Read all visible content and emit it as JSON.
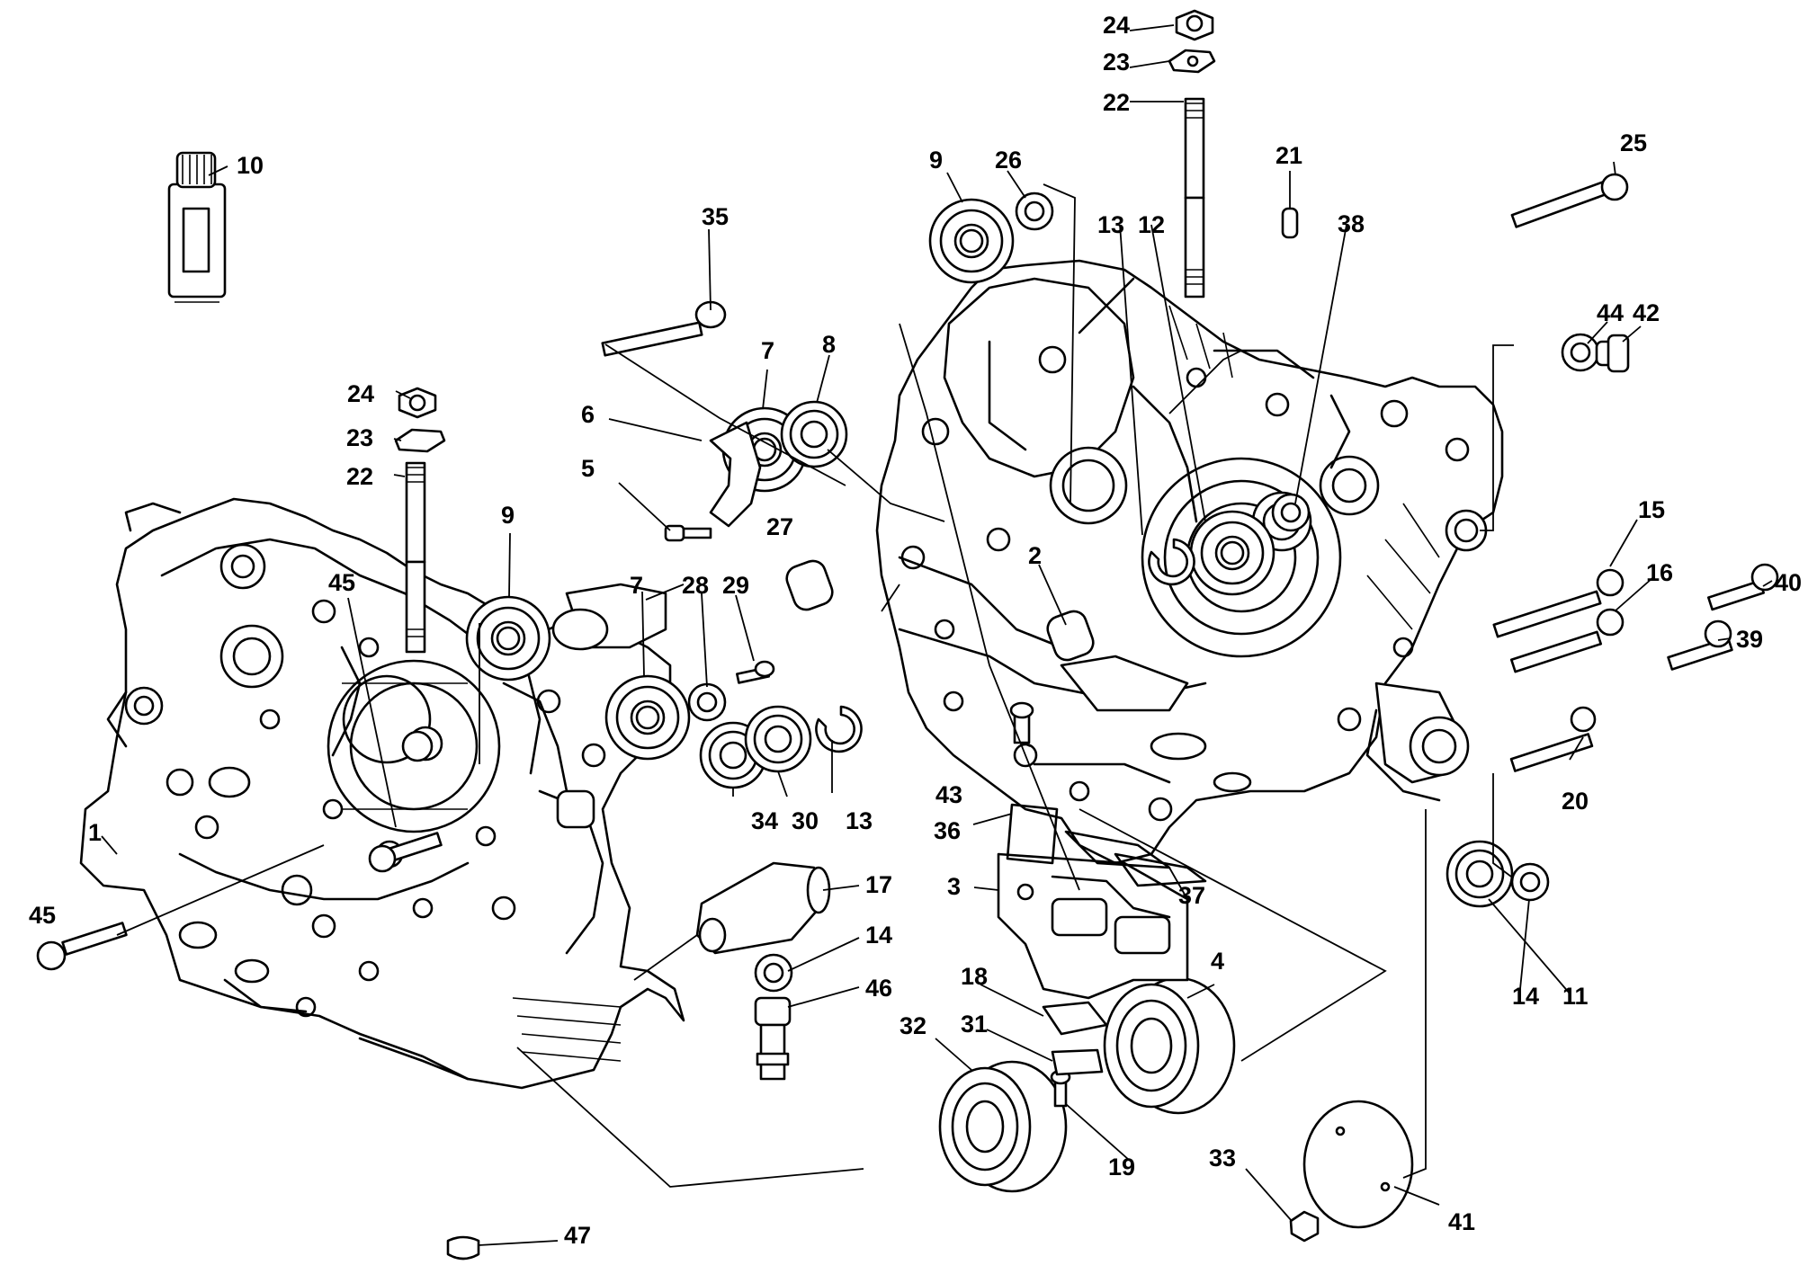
{
  "callouts": [
    {
      "id": "c1",
      "text": "1"
    },
    {
      "id": "c2",
      "text": "2"
    },
    {
      "id": "c3",
      "text": "3"
    },
    {
      "id": "c4",
      "text": "4"
    },
    {
      "id": "c5",
      "text": "5"
    },
    {
      "id": "c6",
      "text": "6"
    },
    {
      "id": "c7a",
      "text": "7"
    },
    {
      "id": "c7b",
      "text": "7"
    },
    {
      "id": "c8",
      "text": "8"
    },
    {
      "id": "c9a",
      "text": "9"
    },
    {
      "id": "c9b",
      "text": "9"
    },
    {
      "id": "c10",
      "text": "10"
    },
    {
      "id": "c11",
      "text": "11"
    },
    {
      "id": "c12",
      "text": "12"
    },
    {
      "id": "c13a",
      "text": "13"
    },
    {
      "id": "c13b",
      "text": "13"
    },
    {
      "id": "c14a",
      "text": "14"
    },
    {
      "id": "c14b",
      "text": "14"
    },
    {
      "id": "c15",
      "text": "15"
    },
    {
      "id": "c16",
      "text": "16"
    },
    {
      "id": "c17",
      "text": "17"
    },
    {
      "id": "c18",
      "text": "18"
    },
    {
      "id": "c19",
      "text": "19"
    },
    {
      "id": "c20",
      "text": "20"
    },
    {
      "id": "c21",
      "text": "21"
    },
    {
      "id": "c22a",
      "text": "22"
    },
    {
      "id": "c22b",
      "text": "22"
    },
    {
      "id": "c23a",
      "text": "23"
    },
    {
      "id": "c23b",
      "text": "23"
    },
    {
      "id": "c24a",
      "text": "24"
    },
    {
      "id": "c24b",
      "text": "24"
    },
    {
      "id": "c25",
      "text": "25"
    },
    {
      "id": "c26",
      "text": "26"
    },
    {
      "id": "c27",
      "text": "27"
    },
    {
      "id": "c28",
      "text": "28"
    },
    {
      "id": "c29",
      "text": "29"
    },
    {
      "id": "c30",
      "text": "30"
    },
    {
      "id": "c31",
      "text": "31"
    },
    {
      "id": "c32",
      "text": "32"
    },
    {
      "id": "c33",
      "text": "33"
    },
    {
      "id": "c34",
      "text": "34"
    },
    {
      "id": "c35",
      "text": "35"
    },
    {
      "id": "c36",
      "text": "36"
    },
    {
      "id": "c37",
      "text": "37"
    },
    {
      "id": "c38",
      "text": "38"
    },
    {
      "id": "c39",
      "text": "39"
    },
    {
      "id": "c40",
      "text": "40"
    },
    {
      "id": "c41",
      "text": "41"
    },
    {
      "id": "c42",
      "text": "42"
    },
    {
      "id": "c43",
      "text": "43"
    },
    {
      "id": "c44",
      "text": "44"
    },
    {
      "id": "c45a",
      "text": "45"
    },
    {
      "id": "c45b",
      "text": "45"
    },
    {
      "id": "c46",
      "text": "46"
    },
    {
      "id": "c47",
      "text": "47"
    }
  ]
}
